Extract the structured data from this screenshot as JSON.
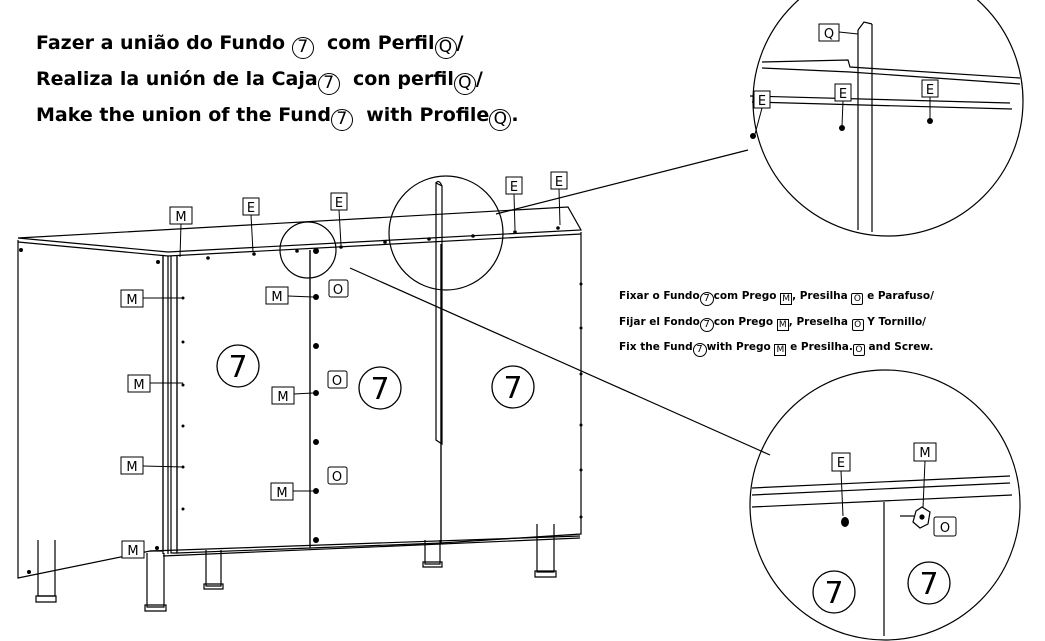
{
  "title_lines": [
    {
      "before": "Fazer a união do Fundo",
      "num": "7",
      "after": "com Perfil",
      "ref": "Q",
      "end": "/"
    },
    {
      "before": "Realiza la unión de la Caja",
      "num": "7",
      "after": "con perfil",
      "ref": "Q",
      "end": "/"
    },
    {
      "before": "Make the union of the Fund",
      "num": "7",
      "after": "with Profile",
      "ref": "Q",
      "end": "."
    }
  ],
  "instruction_lines": [
    {
      "a": "Fixar o Fundo",
      "num": "7",
      "b": "com Prego",
      "m": "M",
      "c": ", Presilha",
      "o": "O",
      "d": "e Parafuso/"
    },
    {
      "a": "Fijar el Fondo",
      "num": "7",
      "b": "con Prego",
      "m": "M",
      "c": ", Preselha",
      "o": "O",
      "d": "Y Tornillo/"
    },
    {
      "a": "Fix the Fund",
      "num": "7",
      "b": "with Prego",
      "m": "M",
      "c": "e Presilha.",
      "o": "O",
      "d": "and Screw."
    }
  ],
  "labels": {
    "panel_number": "7",
    "nail": "M",
    "clip": "O",
    "screw": "E",
    "profile": "Q"
  }
}
